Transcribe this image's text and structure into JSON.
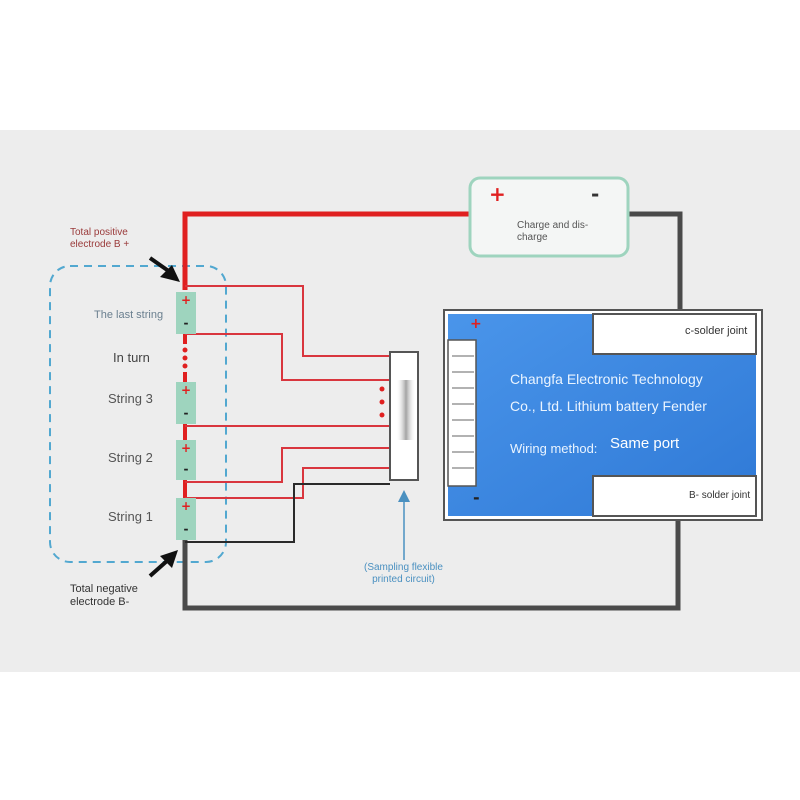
{
  "labels": {
    "total_positive_line1": "Total positive",
    "total_positive_line2": "electrode B +",
    "total_negative_line1": "Total negative",
    "total_negative_line2": "electrode B-",
    "last_string": "The last string",
    "in_turn": "In turn",
    "string3": "String 3",
    "string2": "String 2",
    "string1": "String 1",
    "sampling_line1": "(Sampling flexible",
    "sampling_line2": "printed circuit)"
  },
  "charger": {
    "plus": "+",
    "minus": "-",
    "text_line1": "Charge and dis-",
    "text_line2": "charge"
  },
  "pcb": {
    "line1": "Changfa Electronic Technology",
    "line2": "Co., Ltd. Lithium battery Fender",
    "wiring_label": "Wiring method:",
    "wiring_value": "Same port",
    "plus": "+",
    "minus": "-",
    "c_joint": "c-solder joint",
    "b_joint": "B- solder joint"
  },
  "cells": {
    "plus": "+",
    "minus": "-"
  },
  "colors": {
    "positive_wire": "#e02020",
    "sense_wire": "#d9363e",
    "negative_wire": "#4a4a4a",
    "cell_fill": "#9ed4be",
    "pcb_blue": "#3b86e0",
    "charger_border": "#9ed4be",
    "pack_outline": "#52a8d0"
  }
}
